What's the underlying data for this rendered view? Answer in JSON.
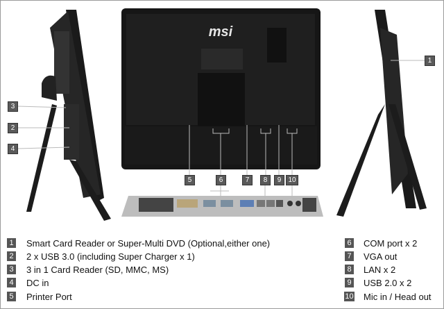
{
  "brand": "msi",
  "callouts": [
    "1",
    "2",
    "3",
    "4",
    "5",
    "6",
    "7",
    "8",
    "9",
    "10"
  ],
  "legend": [
    {
      "num": "1",
      "text": "Smart Card Reader or Super-Multi DVD (Optional,either one)"
    },
    {
      "num": "2",
      "text": "2 x USB 3.0 (including Super Charger x 1)"
    },
    {
      "num": "3",
      "text": "3 in 1 Card Reader (SD, MMC, MS)"
    },
    {
      "num": "4",
      "text": "DC in"
    },
    {
      "num": "5",
      "text": "Printer Port"
    },
    {
      "num": "6",
      "text": "COM port x 2"
    },
    {
      "num": "7",
      "text": "VGA out"
    },
    {
      "num": "8",
      "text": "LAN x 2"
    },
    {
      "num": "9",
      "text": "USB 2.0 x 2"
    },
    {
      "num": "10",
      "text": "Mic in / Head out"
    }
  ]
}
